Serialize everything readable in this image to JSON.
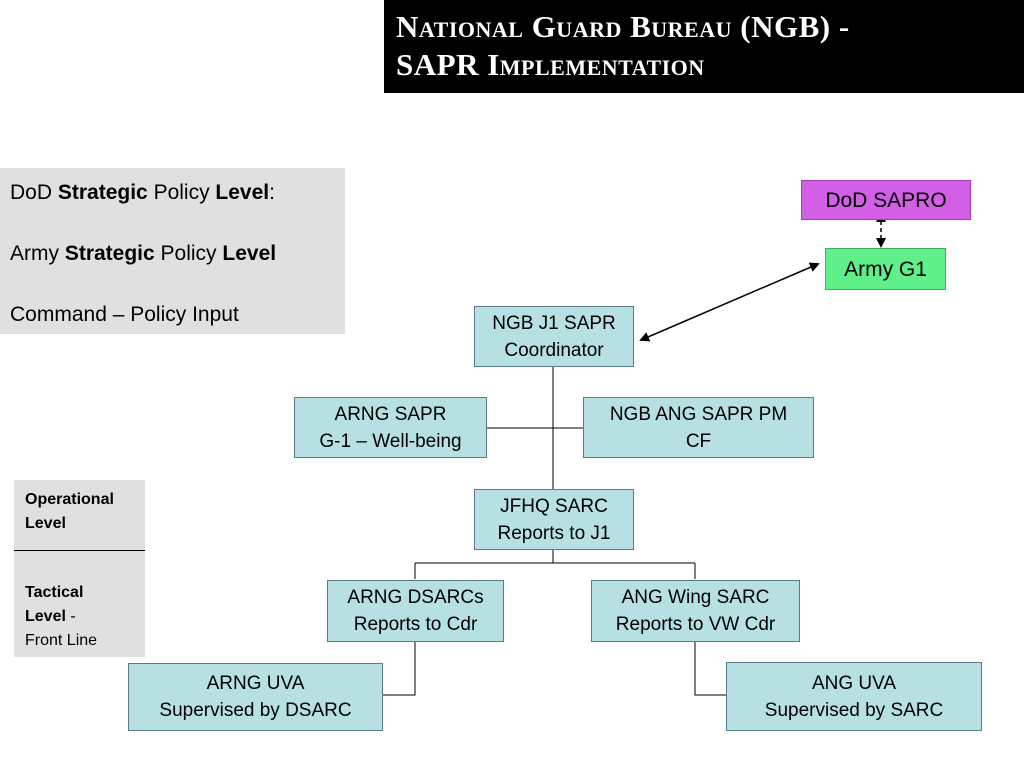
{
  "title": {
    "line1": "National Guard Bureau (NGB) -",
    "line2": "SAPR Implementation"
  },
  "levels": {
    "dod_prefix": "DoD ",
    "dod_strategic": "Strategic",
    "dod_policy": " Policy ",
    "dod_level": "Level",
    "dod_colon": ":",
    "army_prefix": "Army ",
    "army_strategic": "Strategic",
    "army_policy": " Policy ",
    "army_level": "Level",
    "command": "Command – Policy Input"
  },
  "operational": {
    "op_line1": "Operational",
    "op_line2": "Level",
    "tac_line1": "Tactical",
    "tac_level": "Level",
    "tac_dash": " -",
    "tac_line3": "Front Line"
  },
  "nodes": {
    "dod_sapro": {
      "line1": "DoD SAPRO"
    },
    "army_g1": {
      "line1": "Army G1"
    },
    "ngb_j1": {
      "line1": "NGB J1 SAPR",
      "line2": "Coordinator"
    },
    "arng_sapr": {
      "line1": "ARNG SAPR",
      "line2": "G-1 – Well-being"
    },
    "ngb_ang": {
      "line1": "NGB ANG SAPR PM",
      "line2": "CF"
    },
    "jfhq": {
      "line1": "JFHQ SARC",
      "line2": "Reports to J1"
    },
    "arng_dsarc": {
      "line1": "ARNG DSARCs",
      "line2": "Reports to Cdr"
    },
    "ang_wing": {
      "line1": "ANG Wing SARC",
      "line2": "Reports to VW Cdr"
    },
    "arng_uva": {
      "line1": "ARNG UVA",
      "line2": "Supervised by DSARC"
    },
    "ang_uva": {
      "line1": "ANG UVA",
      "line2": "Supervised by SARC"
    }
  },
  "colors": {
    "node_fill": "#b7e0e3",
    "sapro_fill": "#d35fe6",
    "g1_fill": "#5ff08a",
    "panel_fill": "#e0e0e0",
    "title_fill": "#000000"
  }
}
